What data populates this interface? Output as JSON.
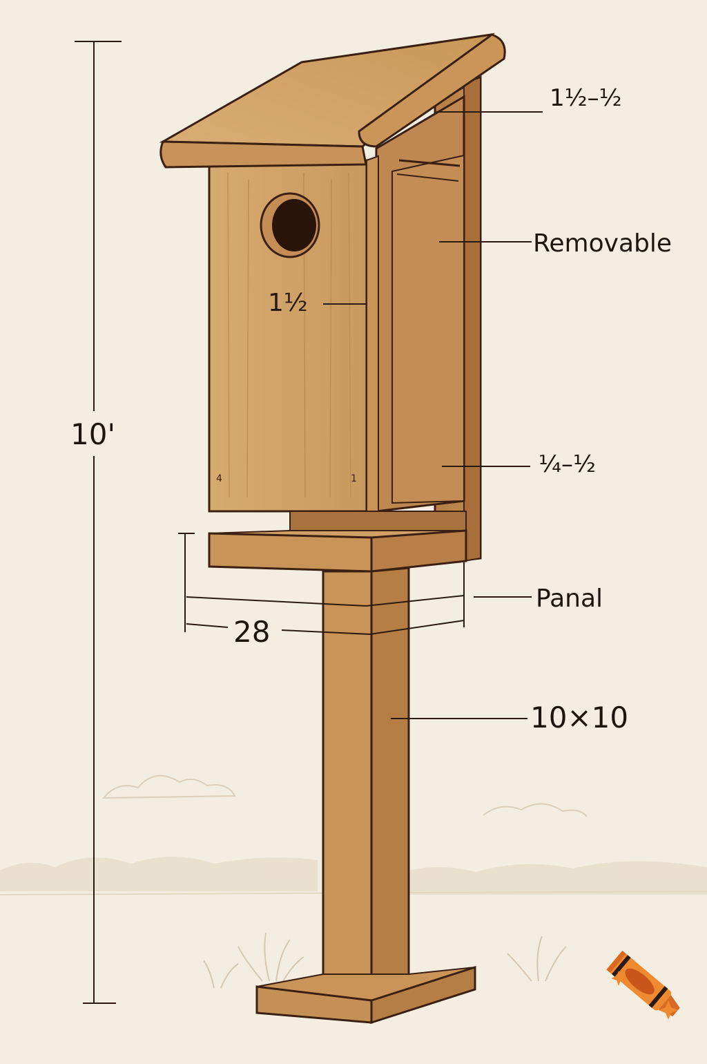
{
  "diagram": {
    "subject": "Wooden birdhouse on post",
    "labels": {
      "roof_overhang": "1½–½",
      "removable_panel": "Removable",
      "entrance_hole": "1½",
      "side_gap": "¼–½",
      "panel": "Panal",
      "platform_width": "28",
      "post_size": "10×10",
      "total_height": "10'"
    },
    "colors": {
      "background": "#f4eee2",
      "wood_light": "#d2a46a",
      "wood_mid": "#c08a50",
      "wood_dark": "#a06a36",
      "outline": "#3a1f12",
      "annotation_line": "#2a1a10",
      "logo_orange": "#f08a30",
      "logo_dark_orange": "#c8561a"
    },
    "logo": "crayon-icon"
  }
}
